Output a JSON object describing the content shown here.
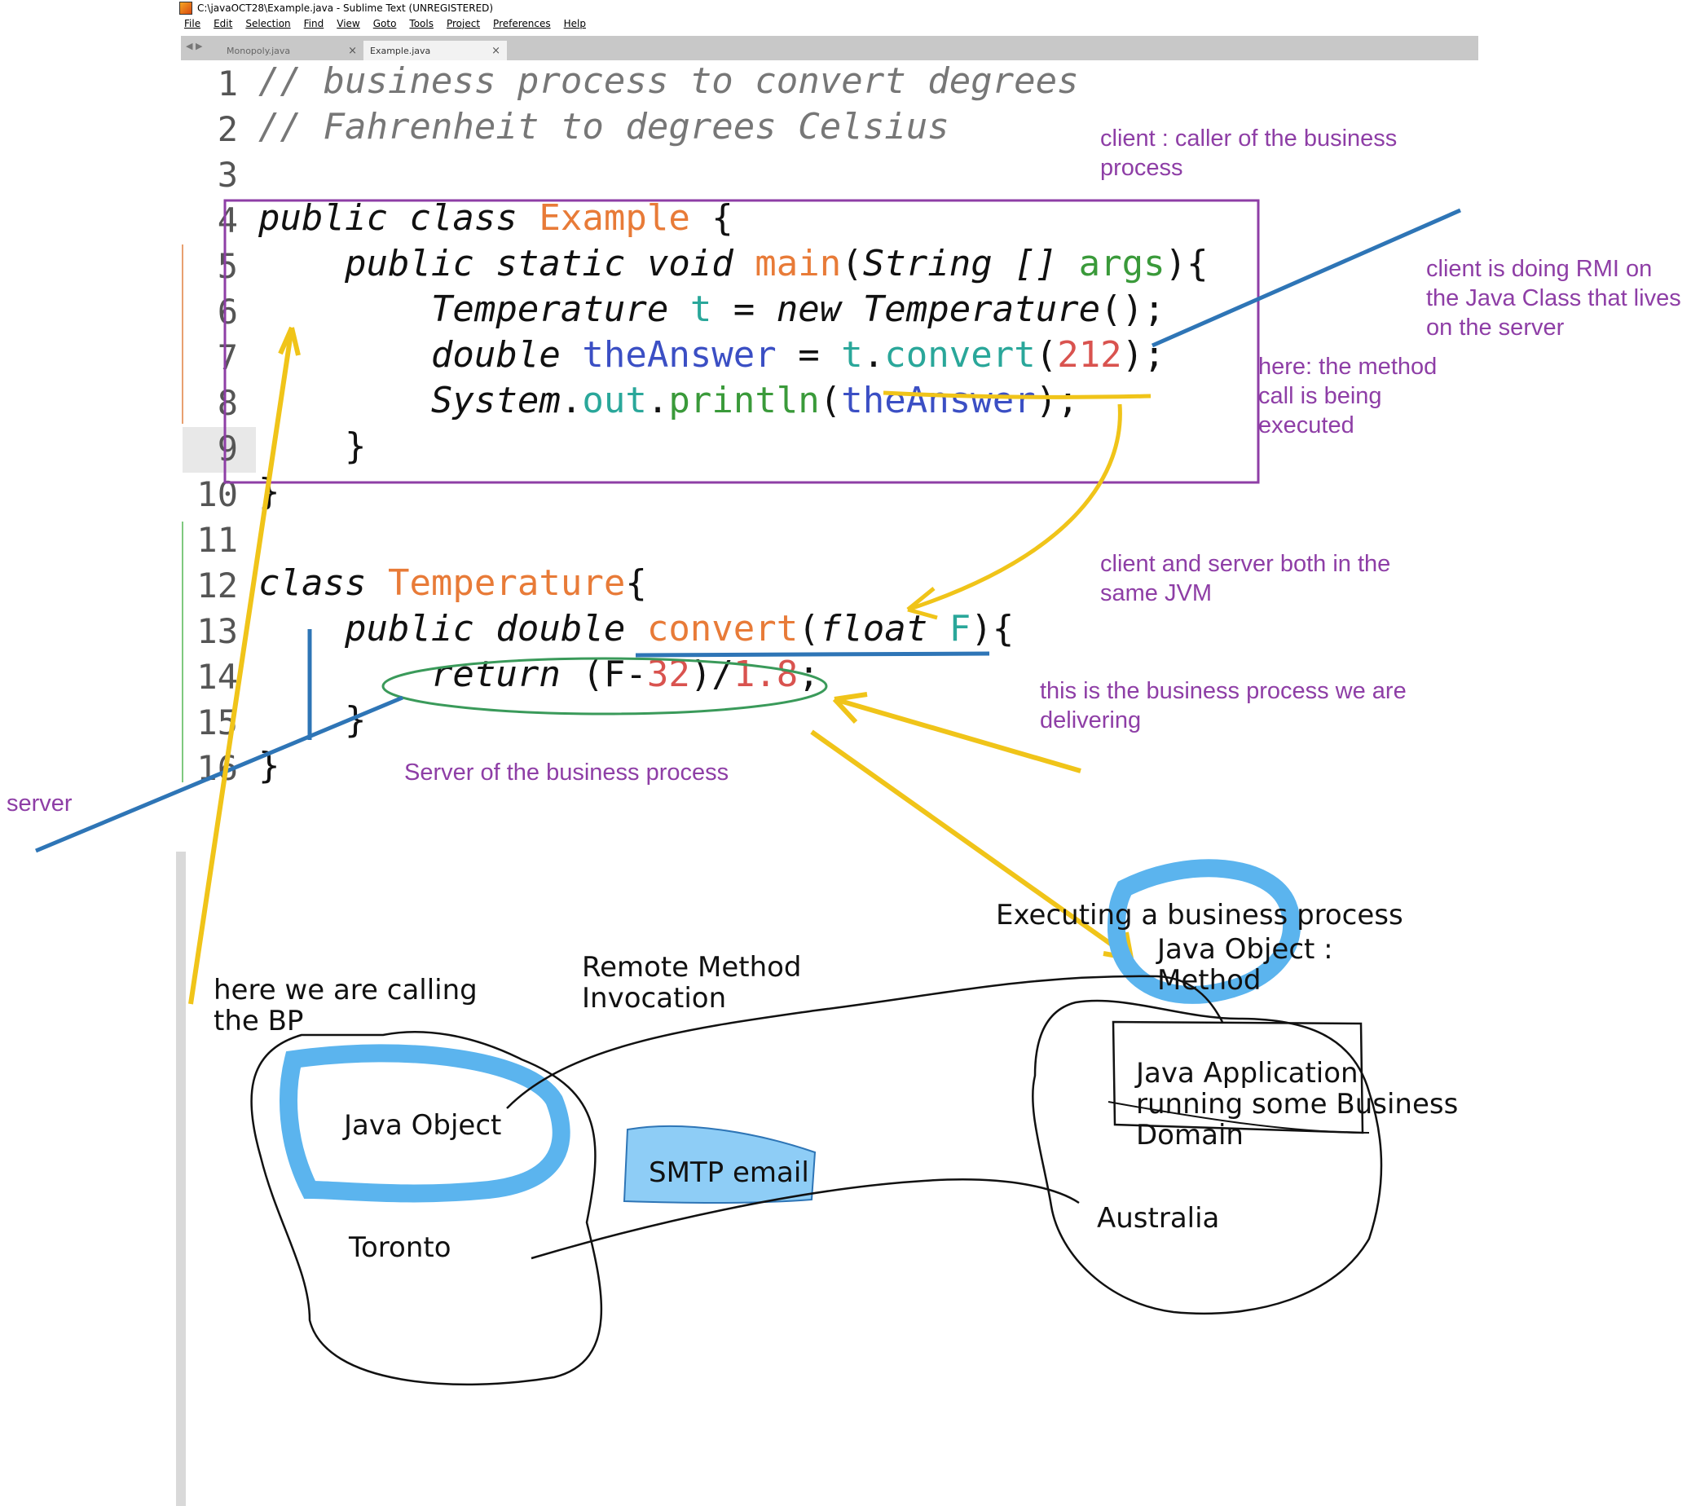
{
  "window": {
    "title": "C:\\javaOCT28\\Example.java - Sublime Text (UNREGISTERED)"
  },
  "menu": [
    "File",
    "Edit",
    "Selection",
    "Find",
    "View",
    "Goto",
    "Tools",
    "Project",
    "Preferences",
    "Help"
  ],
  "tabs": [
    {
      "label": "Monopoly.java",
      "close": "×"
    },
    {
      "label": "Example.java",
      "close": "×"
    }
  ],
  "tab_nav": "◀ ▶",
  "line_numbers": [
    "1",
    "2",
    "3",
    "4",
    "5",
    "6",
    "7",
    "8",
    "9",
    "10",
    "11",
    "12",
    "13",
    "14",
    "15",
    "16"
  ],
  "code": {
    "l1": "// business process to convert degrees",
    "l2": "// Fahrenheit to degrees Celsius",
    "l4_kw": "public class ",
    "l4_name": "Example",
    "l4_end": " {",
    "l5_kw": "    public static void ",
    "l5_fn": "main",
    "l5_p1": "(",
    "l5_type": "String [] ",
    "l5_arg": "args",
    "l5_end": "){",
    "l6_type": "        Temperature ",
    "l6_var": "t",
    "l6_eq": " = ",
    "l6_new": "new ",
    "l6_type2": "Temperature",
    "l6_end": "();",
    "l7_type": "        double ",
    "l7_var": "theAnswer",
    "l7_eq": " = ",
    "l7_obj": "t",
    "l7_dot": ".",
    "l7_fn": "convert",
    "l7_p1": "(",
    "l7_num": "212",
    "l7_end": ");",
    "l8_cls": "        System",
    "l8_dot": ".",
    "l8_out": "out",
    "l8_dot2": ".",
    "l8_fn": "println",
    "l8_p1": "(",
    "l8_arg": "theAnswer",
    "l8_end": ");",
    "l9": "    }",
    "l10": "}",
    "l12_kw": "class ",
    "l12_name": "Temperature",
    "l12_end": "{",
    "l13_kw": "    public double ",
    "l13_fn": "convert",
    "l13_p1": "(",
    "l13_type": "float ",
    "l13_arg": "F",
    "l13_end": "){",
    "l14_kw": "        return ",
    "l14_p1": "(F-",
    "l14_n1": "32",
    "l14_mid": ")/",
    "l14_n2": "1.8",
    "l14_end": ";",
    "l15": "    }",
    "l16": "}"
  },
  "notes": {
    "client_caller": "client : caller of the business process",
    "client_rmi": "client is doing  RMI on the Java Class that lives on the server",
    "here_method": "here: the method call is being executed",
    "same_jvm": "client and server both in the same JVM",
    "business_process": "this is the business process we are delivering",
    "server_bp": "Server of the business process",
    "server": "server"
  },
  "drawing": {
    "executing": "Executing a business process",
    "java_object_method": "Java Object : Method",
    "calling_bp": "here we are calling the BP",
    "rmi": "Remote Method Invocation",
    "java_object": "Java Object",
    "smtp": "SMTP email",
    "toronto": "Toronto",
    "java_app": "Java Application running some Business Domain",
    "australia": "Australia"
  },
  "colors": {
    "annotation": "#8e3ea6",
    "arrow_yellow": "#f0c419",
    "line_blue": "#2e75b6",
    "highlight_blue": "#5bb4ee",
    "box_purple": "#8e3ea6",
    "ellipse_green": "#3a9a5a"
  }
}
